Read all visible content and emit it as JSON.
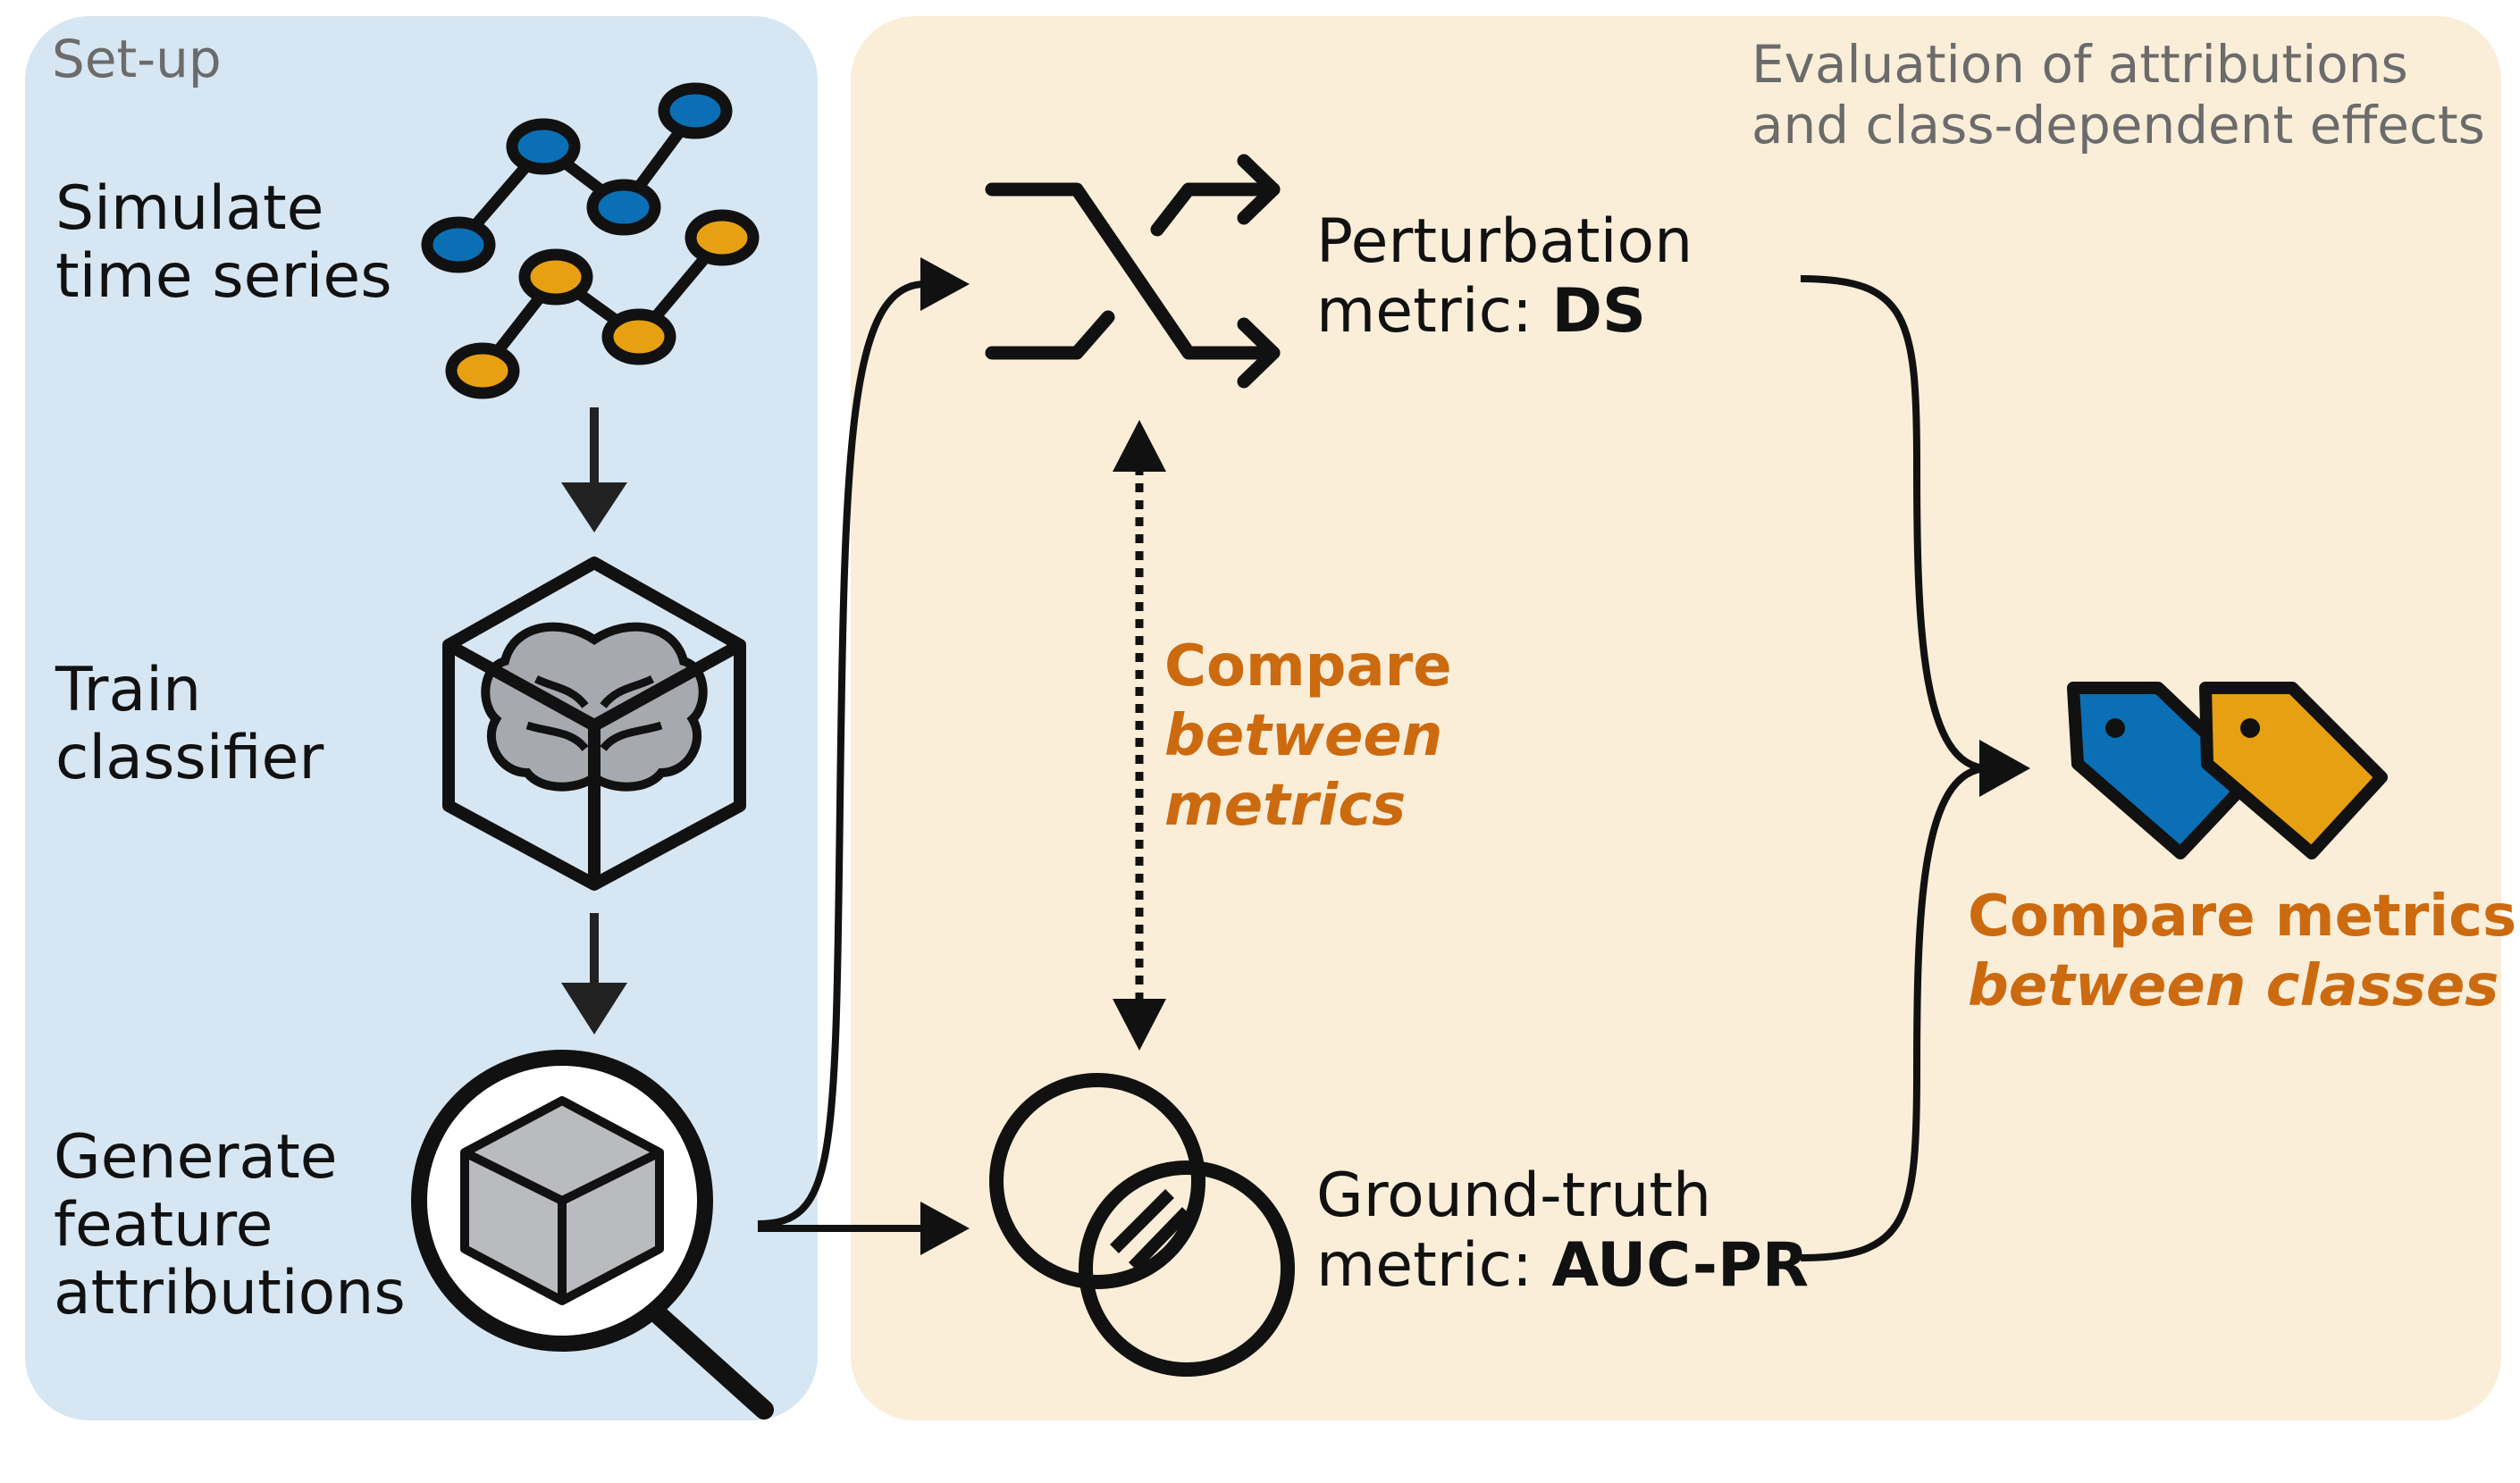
{
  "setup": {
    "title": "Set-up",
    "step1": [
      "Simulate",
      "time series"
    ],
    "step2": [
      "Train",
      "classifier"
    ],
    "step3": [
      "Generate",
      "feature",
      "attributions"
    ]
  },
  "evaluation": {
    "title": [
      "Evaluation of  attributions",
      "and class-dependent effects"
    ],
    "perturbation": {
      "line1": "Perturbation",
      "prefix": "metric: ",
      "name": "DS"
    },
    "ground_truth": {
      "line1": "Ground-truth",
      "prefix": "metric: ",
      "name": "AUC-PR"
    },
    "compare_between_metrics": {
      "line1": "Compare",
      "line2": "between",
      "line3": "metrics"
    },
    "compare_between_classes": {
      "line1": "Compare metrics",
      "line2": "between classes"
    }
  },
  "icons": {
    "time_series": "time-series-icon",
    "classifier": "brain-cube-icon",
    "attribution": "magnifier-cube-icon",
    "perturbation": "shuffle-icon",
    "ground_truth": "overlap-circles-icon",
    "classes": "tags-icon"
  },
  "colors": {
    "setup_bg": "#d6e6f2",
    "eval_bg": "#faeed9",
    "blue": "#0a6fb5",
    "orange_series": "#e6a012",
    "highlight_text": "#cc6a10",
    "brain": "#a6a9ad",
    "cube": "#b9bbbe"
  }
}
